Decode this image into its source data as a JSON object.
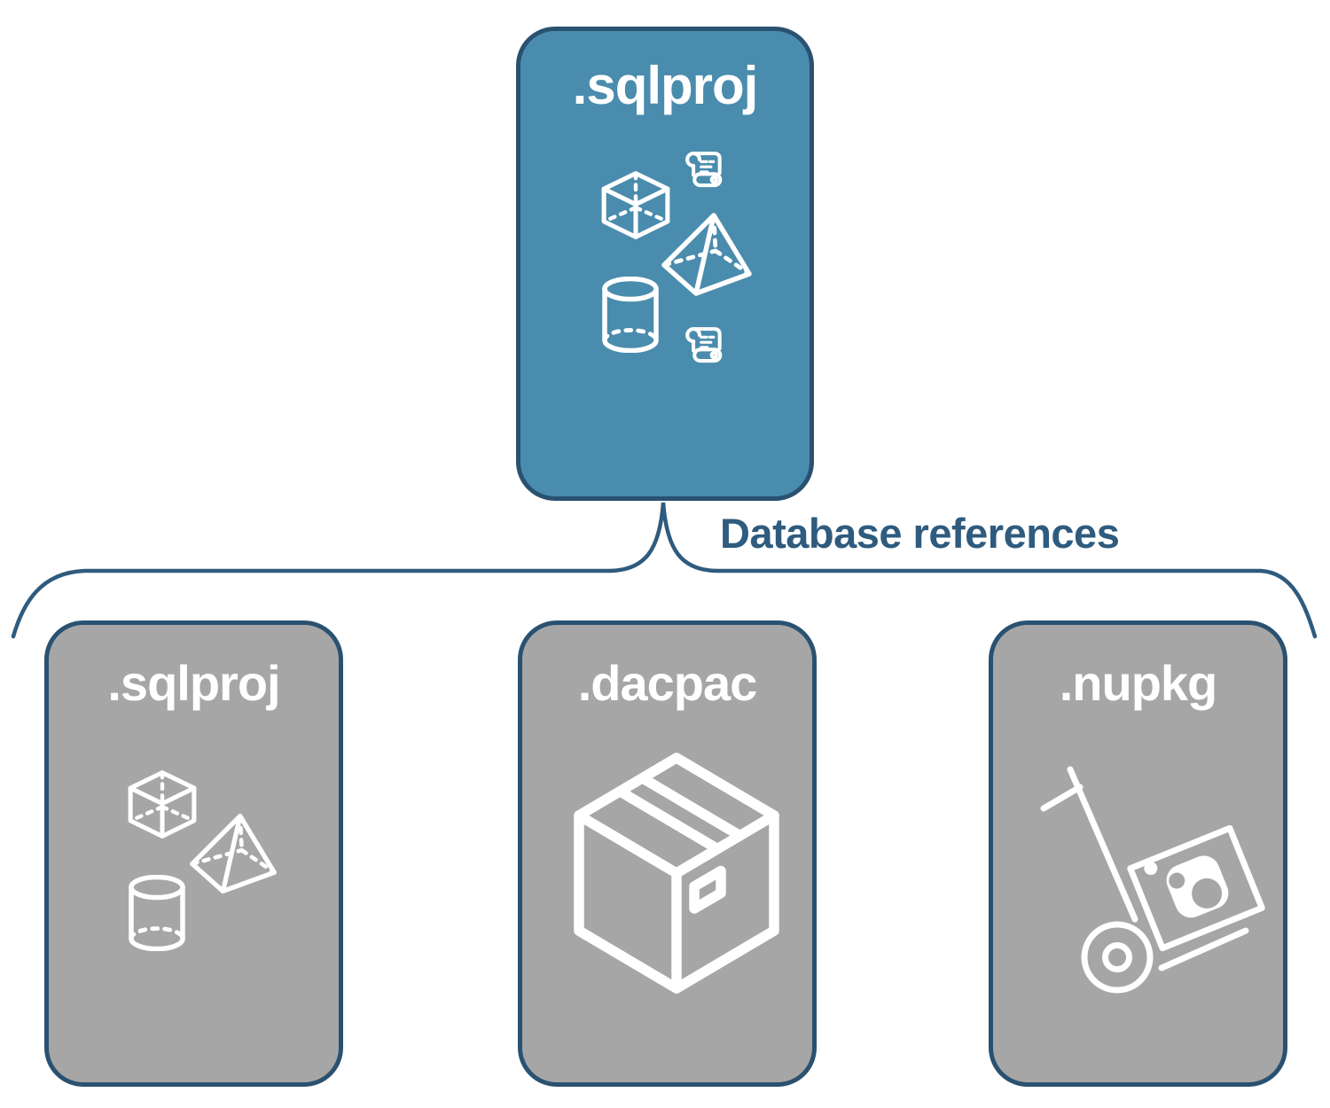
{
  "diagram": {
    "root": {
      "label": ".sqlproj",
      "fill_color": "#4A8CAD",
      "icons": [
        "cube-icon",
        "scroll-icon",
        "pyramid-icon",
        "cylinder-icon",
        "scroll-icon"
      ]
    },
    "connector": {
      "label": "Database references",
      "color": "#2E5B7E"
    },
    "children": [
      {
        "label": ".sqlproj",
        "fill_color": "#A6A6A6",
        "icons": [
          "cube-icon",
          "pyramid-icon",
          "cylinder-icon"
        ]
      },
      {
        "label": ".dacpac",
        "fill_color": "#A6A6A6",
        "icons": [
          "package-box-icon"
        ]
      },
      {
        "label": ".nupkg",
        "fill_color": "#A6A6A6",
        "icons": [
          "hand-truck-nuget-icon"
        ]
      }
    ],
    "border_color": "#2A5170",
    "icon_color": "#FFFFFF"
  }
}
